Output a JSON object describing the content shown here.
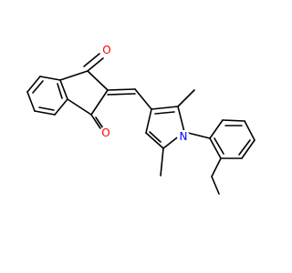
{
  "molecule": {
    "atom_labels": [
      {
        "text": "O",
        "color": "#ff0000"
      },
      {
        "text": "O",
        "color": "#ff0000"
      },
      {
        "text": "N",
        "color": "#0000ff"
      }
    ]
  }
}
